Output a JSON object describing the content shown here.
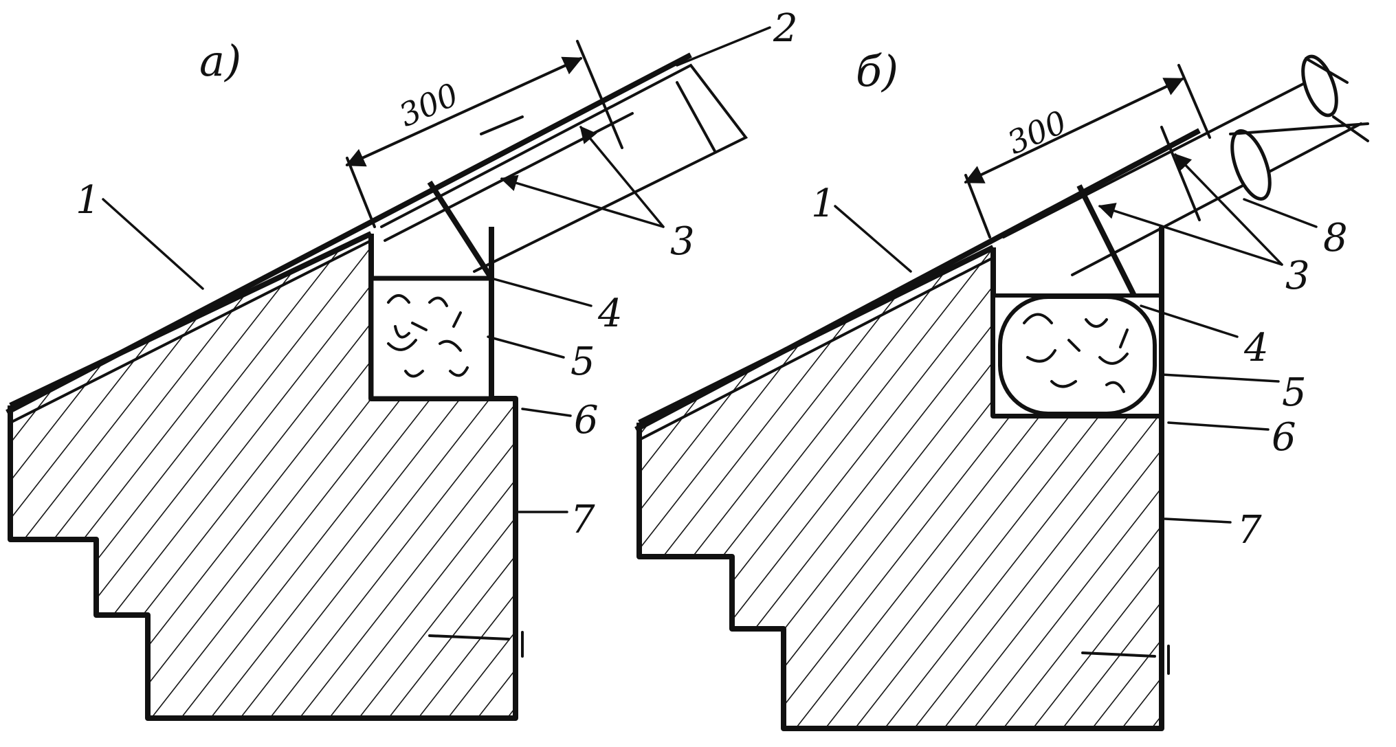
{
  "panels": [
    {
      "label": "a)",
      "dimension": "300",
      "callouts": [
        "1",
        "2",
        "3",
        "4",
        "5",
        "6",
        "7"
      ]
    },
    {
      "label": "б)",
      "dimension": "300",
      "callouts": [
        "1",
        "3",
        "4",
        "5",
        "6",
        "7",
        "8"
      ]
    }
  ],
  "colors": {
    "ink": "#111111",
    "paper": "#ffffff"
  }
}
